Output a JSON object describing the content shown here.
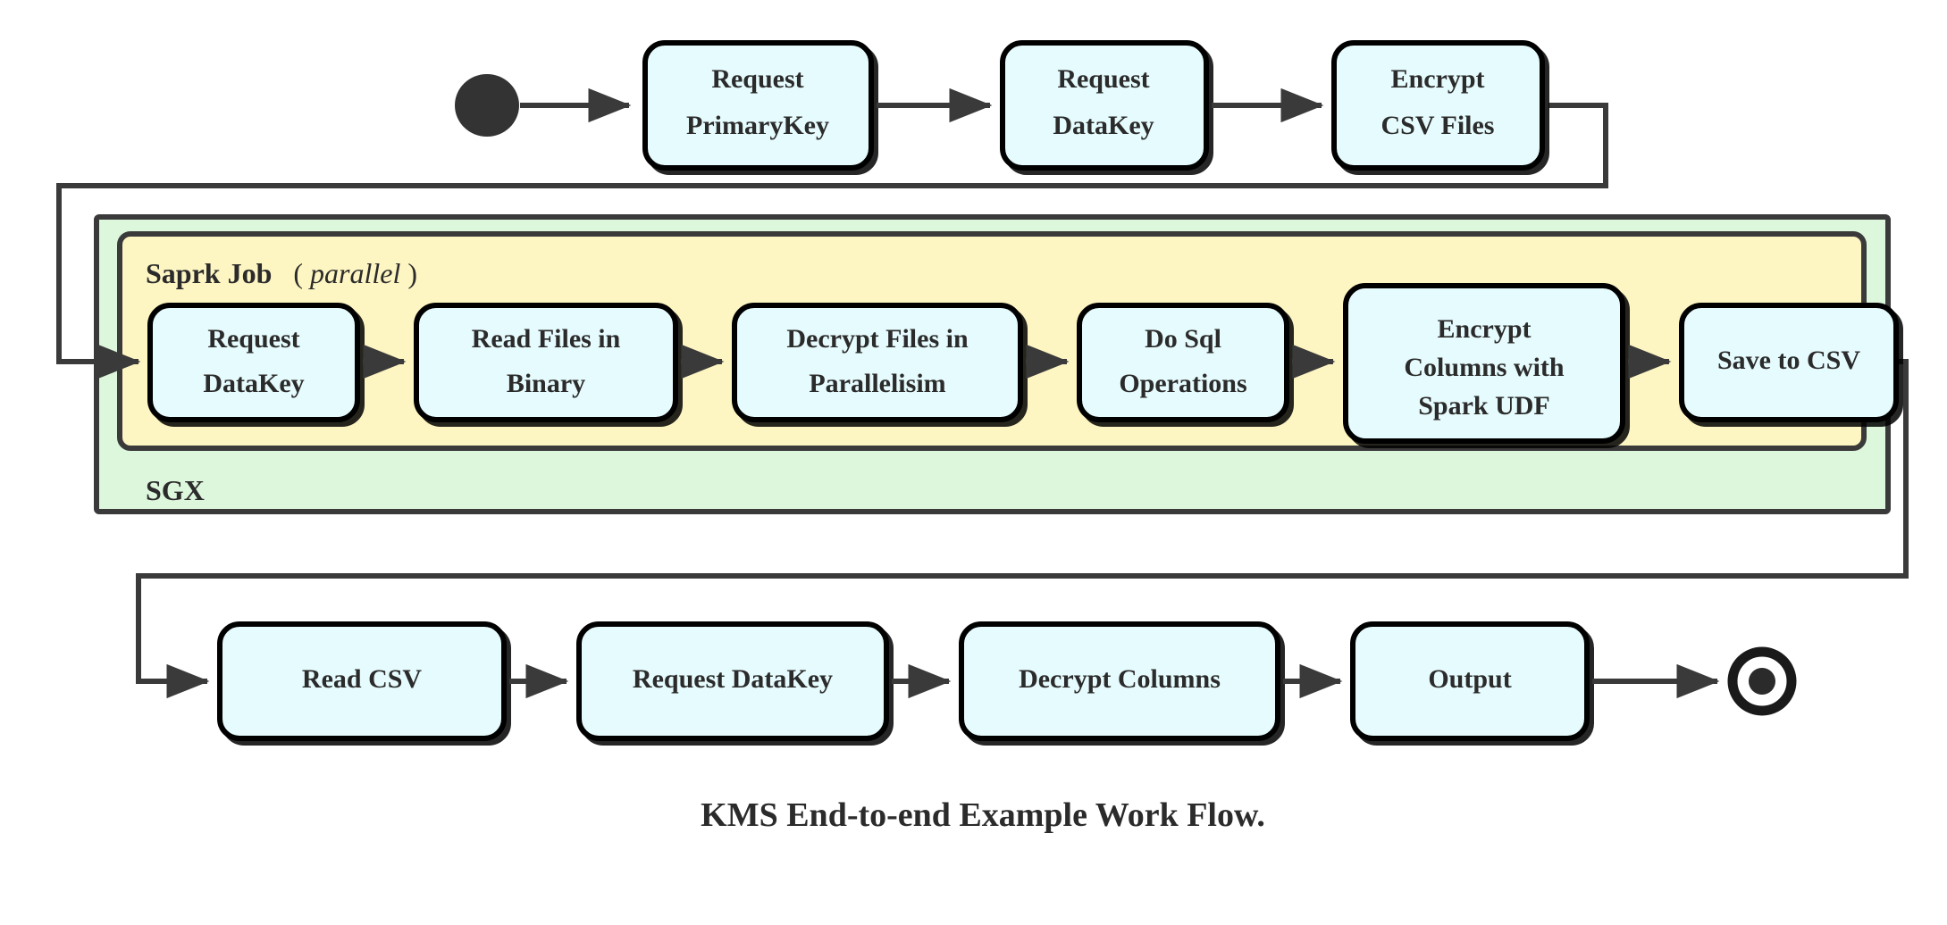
{
  "diagram": {
    "title": "KMS End-to-end Example Work Flow.",
    "colors": {
      "node_fill": "#e6fbfd",
      "node_stroke": "#000000",
      "sgx_fill": "#ddf7dd",
      "sgx_stroke": "#3a3a3a",
      "spark_fill": "#fdf5c2",
      "spark_stroke": "#3a3a3a",
      "edge": "#3a3a3a",
      "text": "#2b2b2b",
      "page_background": "#ffffff"
    },
    "start_node": {
      "name": "start-node",
      "shape": "filled-circle"
    },
    "end_node": {
      "name": "end-node",
      "shape": "ring-with-dot"
    },
    "containers": [
      {
        "id": "sgx",
        "label": "SGX",
        "label_position": "bottom-left",
        "fill": "#ddf7dd"
      },
      {
        "id": "spark-job",
        "label": "Saprk Job",
        "label_suffix_open": "(",
        "label_italic": "parallel",
        "label_suffix_close": ")",
        "label_position": "top-left",
        "fill": "#fdf5c2"
      }
    ],
    "rows": [
      {
        "id": "top-row",
        "nodes": [
          {
            "id": "request-primarykey",
            "lines": [
              "Request",
              "PrimaryKey"
            ]
          },
          {
            "id": "request-datakey-top",
            "lines": [
              "Request",
              "DataKey"
            ]
          },
          {
            "id": "encrypt-csv-files",
            "lines": [
              "Encrypt",
              "CSV Files"
            ]
          }
        ]
      },
      {
        "id": "spark-row",
        "nodes": [
          {
            "id": "request-datakey-spark",
            "lines": [
              "Request",
              "DataKey"
            ]
          },
          {
            "id": "read-files-in-binary",
            "lines": [
              "Read Files in",
              "Binary"
            ]
          },
          {
            "id": "decrypt-files-in-parallelisim",
            "lines": [
              "Decrypt Files in",
              "Parallelisim"
            ]
          },
          {
            "id": "do-sql-operations",
            "lines": [
              "Do Sql",
              "Operations"
            ]
          },
          {
            "id": "encrypt-columns-with-spark-udf",
            "lines": [
              "Encrypt",
              "Columns with",
              "Spark UDF"
            ]
          },
          {
            "id": "save-to-csv",
            "lines": [
              "Save to CSV"
            ]
          }
        ]
      },
      {
        "id": "bottom-row",
        "nodes": [
          {
            "id": "read-csv",
            "lines": [
              "Read CSV"
            ]
          },
          {
            "id": "request-datakey-bottom",
            "lines": [
              "Request DataKey"
            ]
          },
          {
            "id": "decrypt-columns",
            "lines": [
              "Decrypt Columns"
            ]
          },
          {
            "id": "output",
            "lines": [
              "Output"
            ]
          }
        ]
      }
    ],
    "flow_sequence": [
      "start",
      "Request PrimaryKey",
      "Request DataKey",
      "Encrypt CSV Files",
      "Request DataKey",
      "Read Files in Binary",
      "Decrypt Files in Parallelisim",
      "Do Sql Operations",
      "Encrypt Columns with Spark UDF",
      "Save to CSV",
      "Read CSV",
      "Request DataKey",
      "Decrypt Columns",
      "Output",
      "end"
    ]
  }
}
